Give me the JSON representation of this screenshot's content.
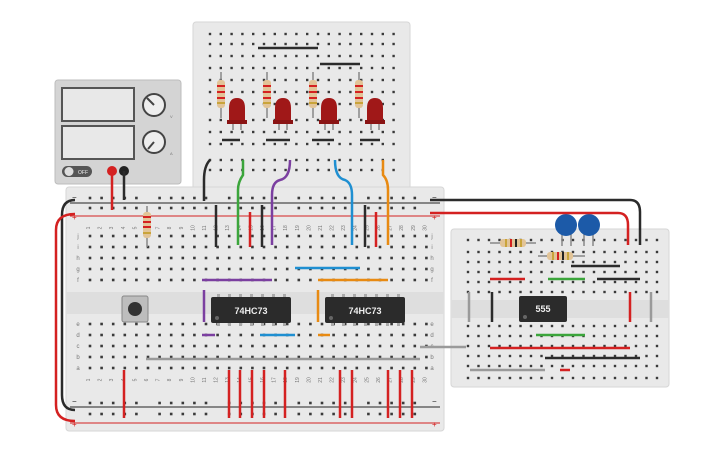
{
  "power_supply": {
    "off_label": "OFF",
    "voltage_unit": "V",
    "current_unit": "A",
    "brand_text": "",
    "colors": {
      "body": "#d4d4d4",
      "display": "#e6e6e6",
      "positive": "#d42121",
      "negative": "#222222"
    }
  },
  "main_breadboard": {
    "row_labels_top": [
      "j",
      "i",
      "h",
      "g",
      "f"
    ],
    "row_labels_bottom": [
      "e",
      "d",
      "c",
      "b",
      "a"
    ],
    "column_numbers": [
      "1",
      "2",
      "3",
      "4",
      "5",
      "6",
      "7",
      "8",
      "9",
      "10",
      "11",
      "12",
      "13",
      "14",
      "15",
      "16",
      "17",
      "18",
      "19",
      "20",
      "21",
      "22",
      "23",
      "24",
      "25",
      "26",
      "27",
      "28",
      "29",
      "30"
    ],
    "rail_plus": "+",
    "rail_minus": "−"
  },
  "chips": {
    "chip1": "74HC73",
    "chip2": "74HC73",
    "timer": "555"
  },
  "colors": {
    "breadboard": "#e9e9e9",
    "hole": "#3a3a3a",
    "chip": "#2b2b2b",
    "wire_red": "#d42121",
    "wire_black": "#2b2b2b",
    "wire_green": "#3ba53b",
    "wire_purple": "#7b3fa0",
    "wire_blue": "#1f8fd1",
    "wire_orange": "#e88a12",
    "wire_gray": "#9a9a9a",
    "led": "#a01818",
    "capacitor": "#1c5aa8",
    "resistor": "#e2c497"
  }
}
